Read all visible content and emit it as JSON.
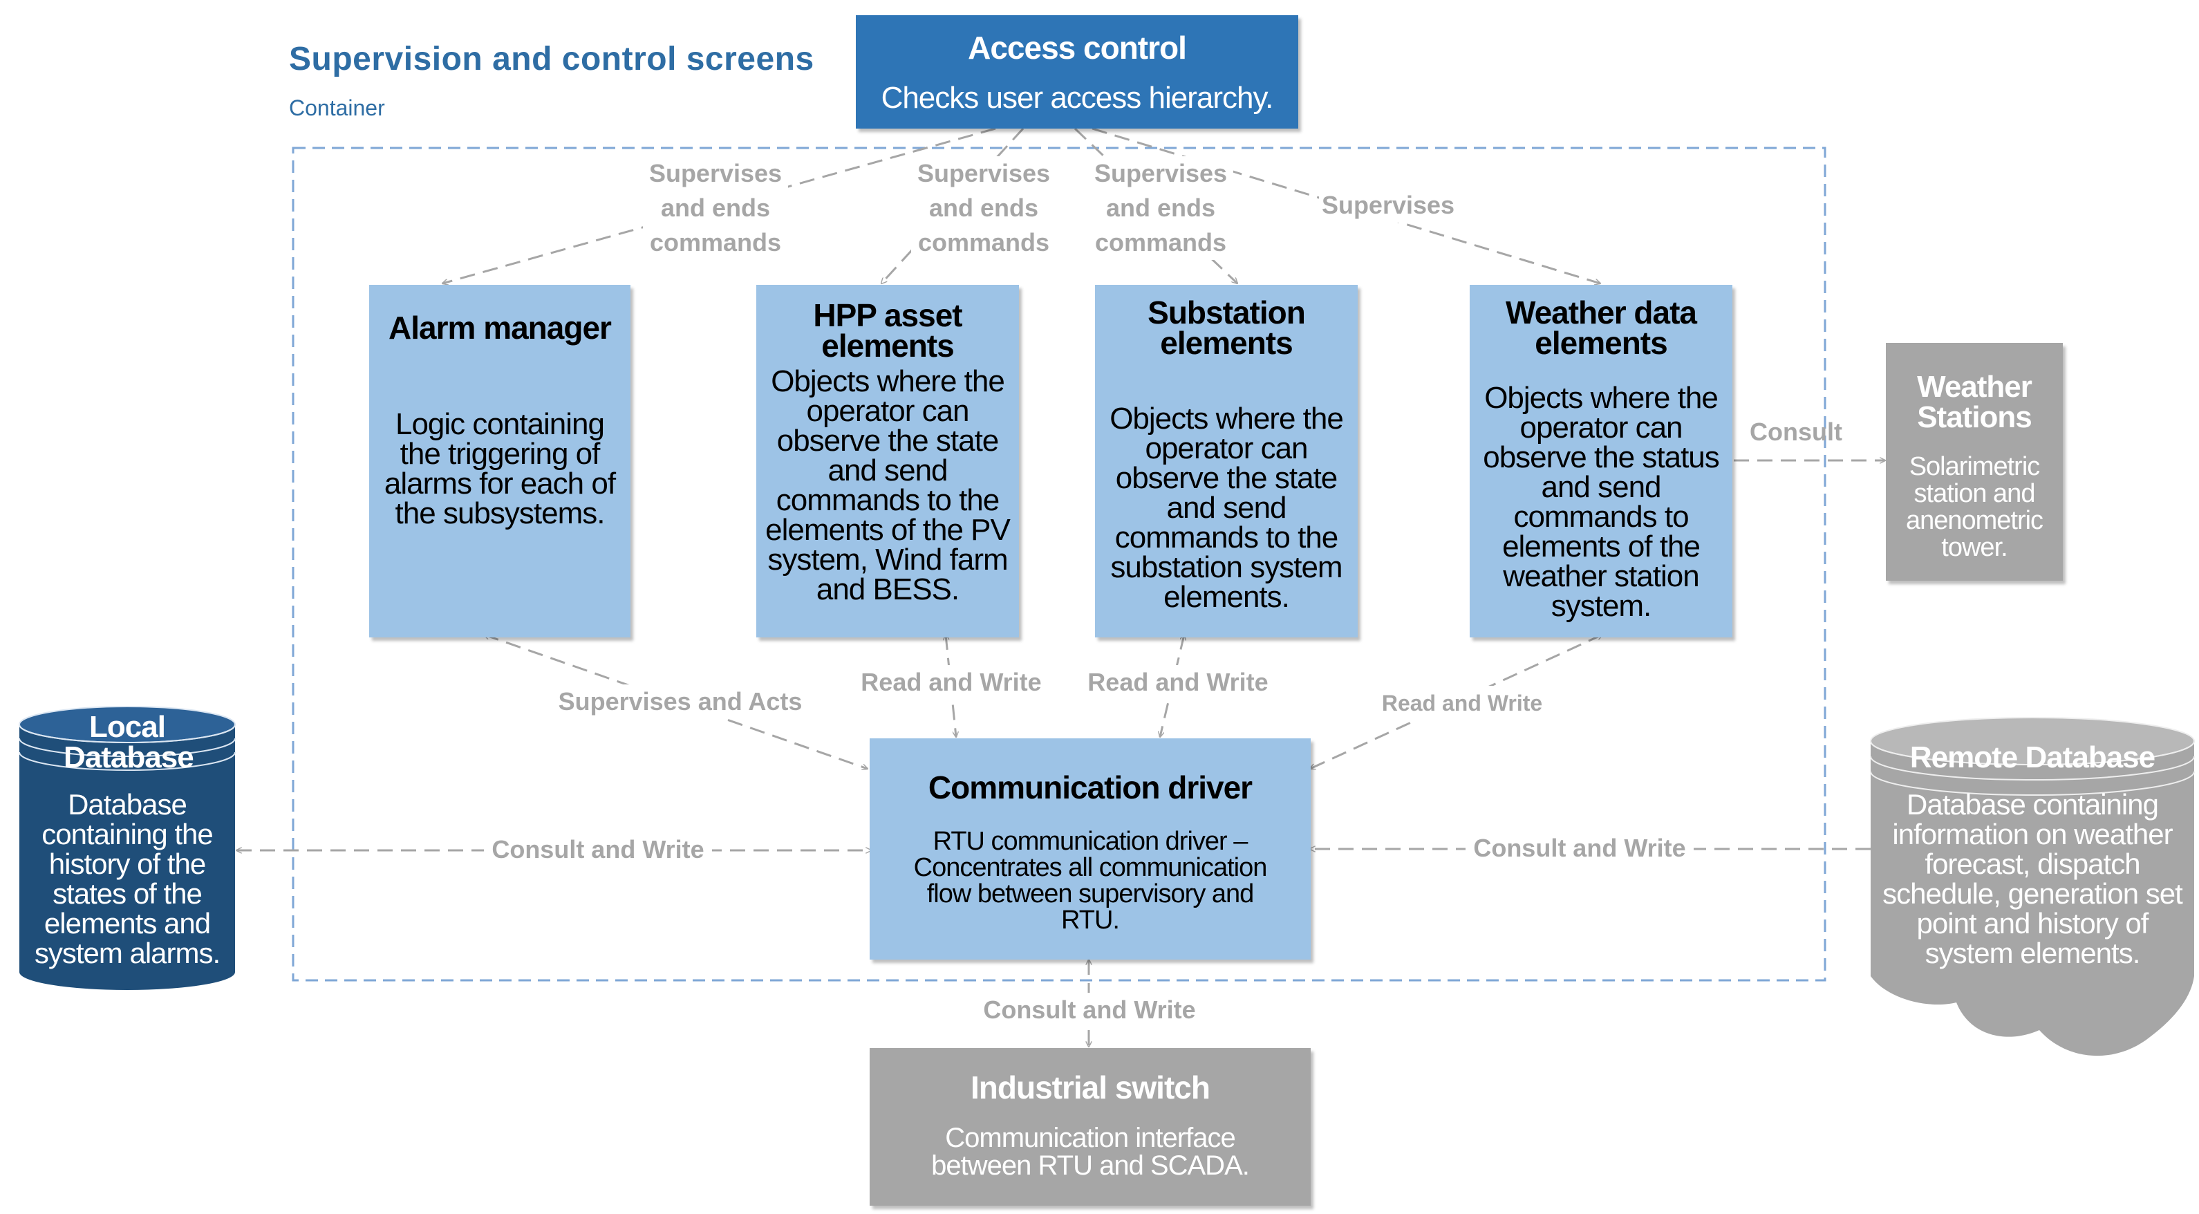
{
  "diagram": {
    "title": "Supervision and control screens",
    "subtitle": "Container",
    "colors": {
      "container_border": "#7fa7d6",
      "box_light_blue": "#9dc3e6",
      "box_dark_blue": "#2e75b6",
      "database_navy": "#1f4e79",
      "external_gray": "#a6a6a6",
      "connector_gray": "#a6a6a6",
      "title_blue": "#2e6da4"
    },
    "access_control": {
      "title": "Access control",
      "desc": "Checks user access hierarchy."
    },
    "alarm_manager": {
      "title": "Alarm manager",
      "desc": "Logic containing the triggering of alarms for each of the subsystems."
    },
    "hpp": {
      "title": "HPP asset elements",
      "desc": "Objects where the operator can observe the state and send commands to the elements of the PV system, Wind farm and BESS."
    },
    "substation": {
      "title": "Substation elements",
      "desc": "Objects where the operator can observe the state and send commands to the substation system elements."
    },
    "weather_elements": {
      "title": "Weather data elements",
      "desc": "Objects where the operator can observe the status and send commands to elements of the weather station system."
    },
    "weather_stations": {
      "title": "Weather Stations",
      "desc": "Solarimetric station and anenometric tower."
    },
    "comm_driver": {
      "title": "Communication driver",
      "desc": "RTU communication driver – Concentrates all communication flow between supervisory and RTU."
    },
    "local_db": {
      "title": "Local Database",
      "desc": "Database containing the history of the states of the elements and system alarms."
    },
    "remote_db": {
      "title": "Remote Database",
      "desc": "Database containing information on weather forecast, dispatch schedule, generation set point and history of system elements."
    },
    "industrial_switch": {
      "title": "Industrial switch",
      "desc": "Communication interface between RTU and SCADA."
    },
    "labels": {
      "ac_alarm": "Supervises and ends commands",
      "ac_hpp": "Supervises and ends commands",
      "ac_sub": "Supervises and ends commands",
      "ac_weather": "Supervises",
      "alarm_driver": "Supervises and Acts",
      "hpp_driver": "Read and Write",
      "sub_driver": "Read and Write",
      "weather_driver": "Read and Write",
      "weather_consult": "Consult",
      "local_db_driver": "Consult and Write",
      "remote_db_driver": "Consult and Write",
      "switch_driver": "Consult and Write"
    }
  }
}
